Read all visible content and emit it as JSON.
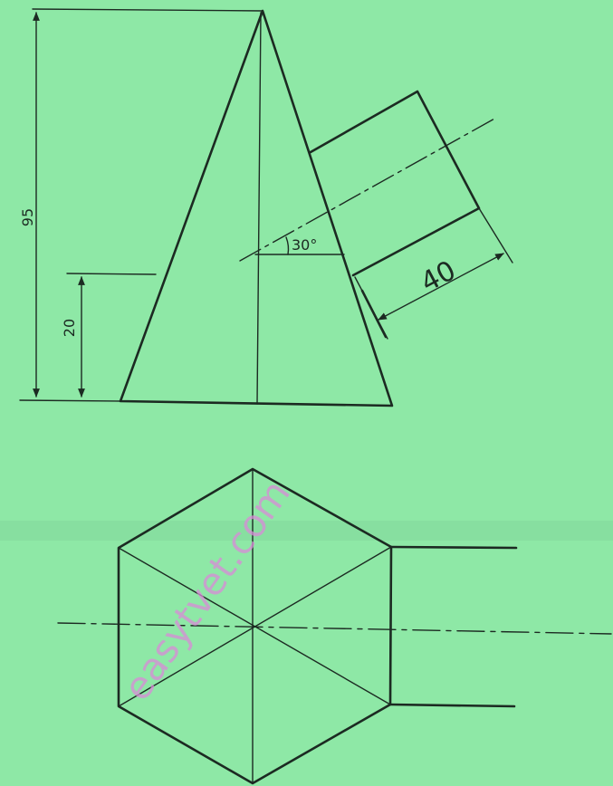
{
  "front_view": {
    "height_dimension": "95",
    "cut_height_dimension": "20",
    "angle_label": "30°",
    "hole_size_label": "40"
  },
  "watermark": {
    "text": "easytvet.com"
  },
  "colors": {
    "paper": "#8ee8a6",
    "ink": "#1c2a22",
    "watermark": "#d98bd8"
  }
}
